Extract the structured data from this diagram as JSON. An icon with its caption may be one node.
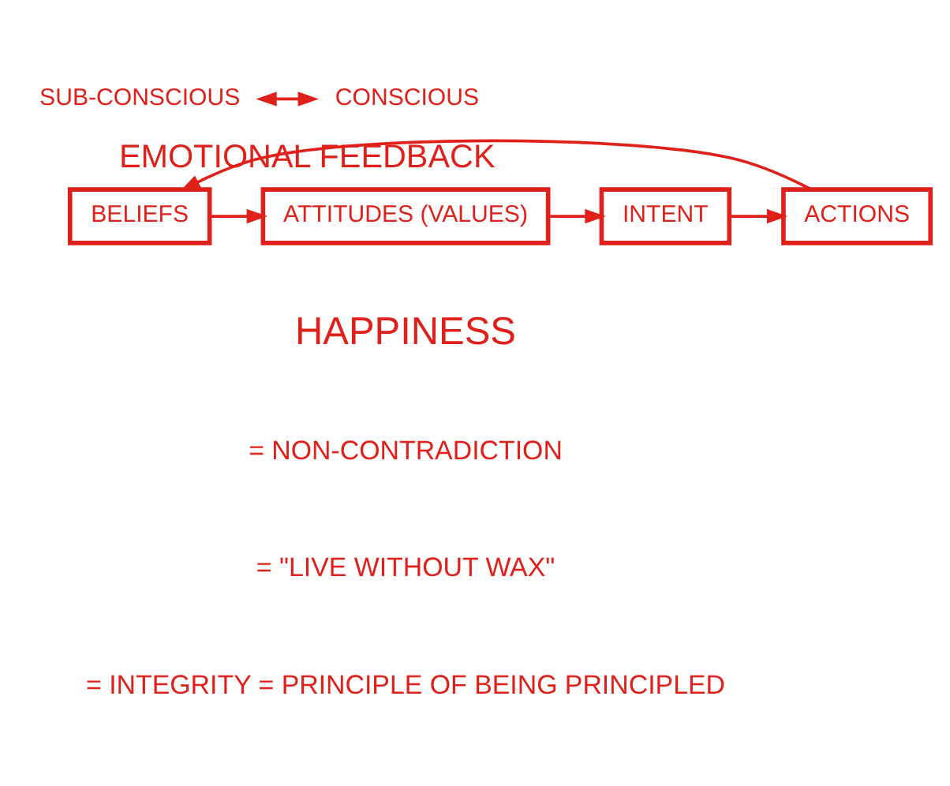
{
  "diagram": {
    "nodes": [
      {
        "text": [
          "SUB-CONSCIOUS"
        ]
      },
      {
        "text": [
          "CONSCIOUS"
        ]
      },
      {
        "text": [
          "BELIEFS"
        ]
      },
      {
        "text": [
          "ATTITUDES (VALUES)"
        ]
      },
      {
        "text": [
          "INTENT"
        ]
      },
      {
        "text": [
          "ACTIONS"
        ]
      }
    ],
    "edges": [
      {
        "from": 0,
        "to": 1,
        "arrow": "both"
      },
      {
        "from": 2,
        "to": 3,
        "arrow": "to"
      },
      {
        "from": 3,
        "to": 4,
        "arrow": "to"
      },
      {
        "from": 4,
        "to": 5,
        "arrow": "to"
      },
      {
        "from": 5,
        "to": 2,
        "arrow": "to",
        "label": "EMOTIONAL FEEDBACK"
      }
    ],
    "labels": [
      "HAPPINESS",
      "= NON-CONTRADICTION",
      "= \"LIVE WITHOUT WAX\"",
      "= INTEGRITY = PRINCIPLE OF BEING PRINCIPLED"
    ]
  }
}
